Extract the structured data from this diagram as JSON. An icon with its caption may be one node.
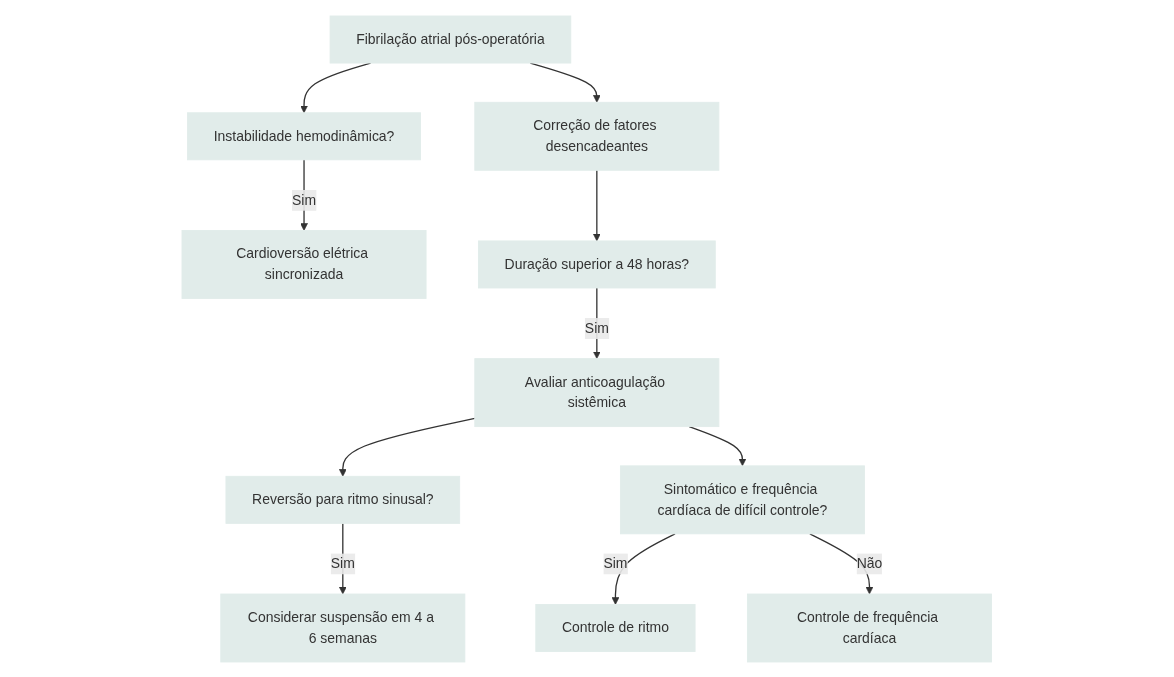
{
  "diagram": {
    "nodes": [
      {
        "text": [
          "Fibrilação atrial pós-operatória"
        ]
      },
      {
        "text": [
          "Instabilidade hemodinâmica?"
        ]
      },
      {
        "text": [
          "Cardioversão elétrica sincronizada"
        ]
      },
      {
        "text": [
          "Correção de fatores desencadeantes"
        ]
      },
      {
        "text": [
          "Duração superior a 48 horas?"
        ]
      },
      {
        "text": [
          "Avaliar anticoagulação sistêmica"
        ]
      },
      {
        "text": [
          "Reversão para ritmo sinusal?"
        ]
      },
      {
        "text": [
          "Considerar suspensão em 4 a 6 semanas"
        ]
      },
      {
        "text": [
          "Sintomático e frequência cardíaca de difícil controle?"
        ]
      },
      {
        "text": [
          "Controle de ritmo"
        ]
      },
      {
        "text": [
          "Controle de frequência cardíaca"
        ]
      }
    ],
    "edges": [
      {
        "from": 0,
        "to": 1,
        "arrow": "to"
      },
      {
        "from": 1,
        "to": 2,
        "arrow": "to",
        "label": "Sim"
      },
      {
        "from": 0,
        "to": 3,
        "arrow": "to"
      },
      {
        "from": 3,
        "to": 4,
        "arrow": "to"
      },
      {
        "from": 4,
        "to": 5,
        "arrow": "to",
        "label": "Sim"
      },
      {
        "from": 5,
        "to": 6,
        "arrow": "to"
      },
      {
        "from": 6,
        "to": 7,
        "arrow": "to",
        "label": "Sim"
      },
      {
        "from": 5,
        "to": 8,
        "arrow": "to"
      },
      {
        "from": 8,
        "to": 9,
        "arrow": "to",
        "label": "Sim"
      },
      {
        "from": 8,
        "to": 10,
        "arrow": "to",
        "label": "Não"
      }
    ]
  }
}
